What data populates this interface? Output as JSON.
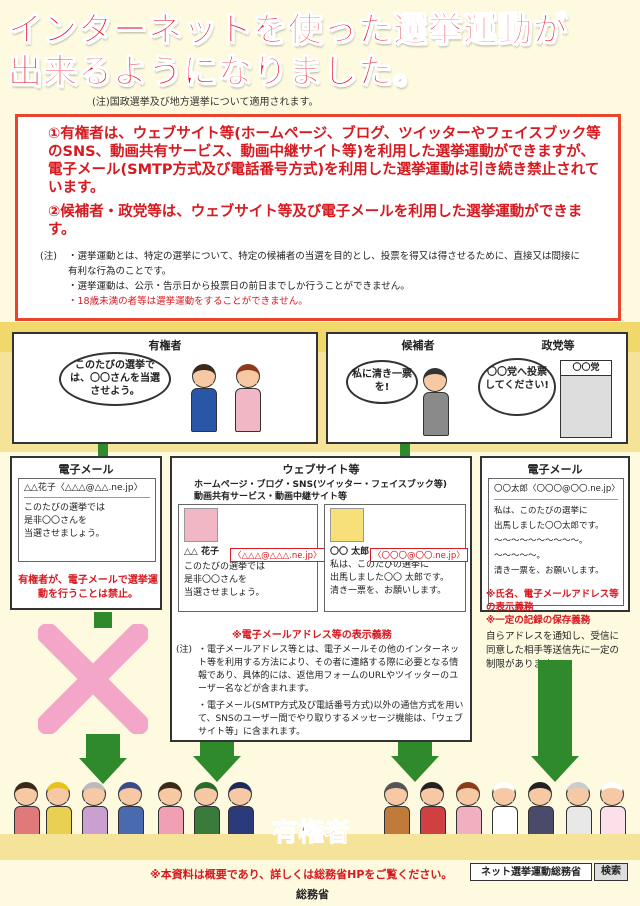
{
  "title": {
    "line1": "インターネットを使った選挙運動が",
    "line2": "出来るようになりました。"
  },
  "scope_note": "(注)国政選挙及び地方選挙について適用されます。",
  "main_box": {
    "p1": "①有権者は、ウェブサイト等(ホームページ、ブログ、ツイッターやフェイスブック等のSNS、動画共有サービス、動画中継サイト等)を利用した選挙運動ができますが、電子メール(SMTP方式及び電話番号方式)を利用した選挙運動は引き続き禁止されています。",
    "p2": "②候補者・政党等は、ウェブサイト等及び電子メールを利用した選挙運動ができます。",
    "note_prefix": "(注)",
    "notes": [
      "・選挙運動とは、特定の選挙について、特定の候補者の当選を目的とし、投票を得又は得させるために、直接又は間接に有利な行為のことです。",
      "・選挙運動は、公示・告示日から投票日の前日までしか行うことができません。",
      "・18歳未満の者等は選挙運動をすることができません。"
    ]
  },
  "voter_panel": {
    "header": "有権者",
    "bubble": "このたびの選挙では、〇〇さんを当選させよう。"
  },
  "candidate_panel": {
    "header_candidate": "候補者",
    "header_party": "政党等",
    "bubble_candidate": "私に清き一票を!",
    "bubble_party": "〇〇党へ投票してください!",
    "building_sign": "〇〇党"
  },
  "left_email": {
    "header": "電子メール",
    "from": "△△花子〈△△△@△△.ne.jp〉",
    "body": [
      "このたびの選挙では",
      "是非〇〇さんを",
      "当選させましょう。"
    ],
    "prohibit": "有権者が、電子メールで選挙運動を行うことは禁止。"
  },
  "web_panel": {
    "header": "ウェブサイト等",
    "sub1": "ホームページ・ブログ・SNS(ツイッター・フェイスブック等)",
    "sub2": "動画共有サービス・動画中継サイト等",
    "left_name": "△△ 花子",
    "left_addr": "〈△△△@△△△.ne.jp〉",
    "left_body": [
      "このたびの選挙では",
      "是非〇〇さんを",
      "当選させましょう。"
    ],
    "right_name": "〇〇 太郎",
    "right_addr": "〈〇〇〇@〇〇.ne.jp〉",
    "right_body": [
      "私は、このたびの選挙に",
      "出馬しました〇〇 太郎です。",
      "清き一票を、お願いします。"
    ],
    "obligation": "※電子メールアドレス等の表示義務",
    "note_prefix": "(注)",
    "notes": [
      "・電子メールアドレス等とは、電子メールその他のインターネット等を利用する方法により、その者に連絡する際に必要となる情報であり、具体的には、返信用フォームのURLやツイッターのユーザー名などが含まれます。",
      "・電子メール(SMTP方式及び電話番号方式)以外の通信方式を用いて、SNSのユーザー間でやり取りするメッセージ機能は、「ウェブサイト等」に含まれます。"
    ]
  },
  "right_email": {
    "header": "電子メール",
    "from": "〇〇太郎〈〇〇〇@〇〇.ne.jp〉",
    "body": [
      "私は、このたびの選挙に",
      "出馬しました〇〇太郎です。",
      "〜〜〜〜〜〜〜〜〜〜。",
      "〜〜〜〜〜。",
      "清き一票を、お願いします。"
    ],
    "duties": [
      "※氏名、電子メールアドレス等の表示義務",
      "※一定の記録の保存義務"
    ],
    "restriction": "自らアドレスを通知し、受信に同意した相手等送信先に一定の制限があります。"
  },
  "bottom": {
    "voters_label": "有権者",
    "footnote": "※本資料は概要であり、詳しくは総務省HPをご覧ください。",
    "search_box": "ネット選挙運動総務省",
    "search_button": "検索",
    "ministry": "総務省"
  },
  "colors": {
    "title_red": "#e60012",
    "box_red": "#e8452c",
    "band": "#f0d96a",
    "arrow_green": "#2f8a2c",
    "cross_pink": "#f4a6c8"
  }
}
